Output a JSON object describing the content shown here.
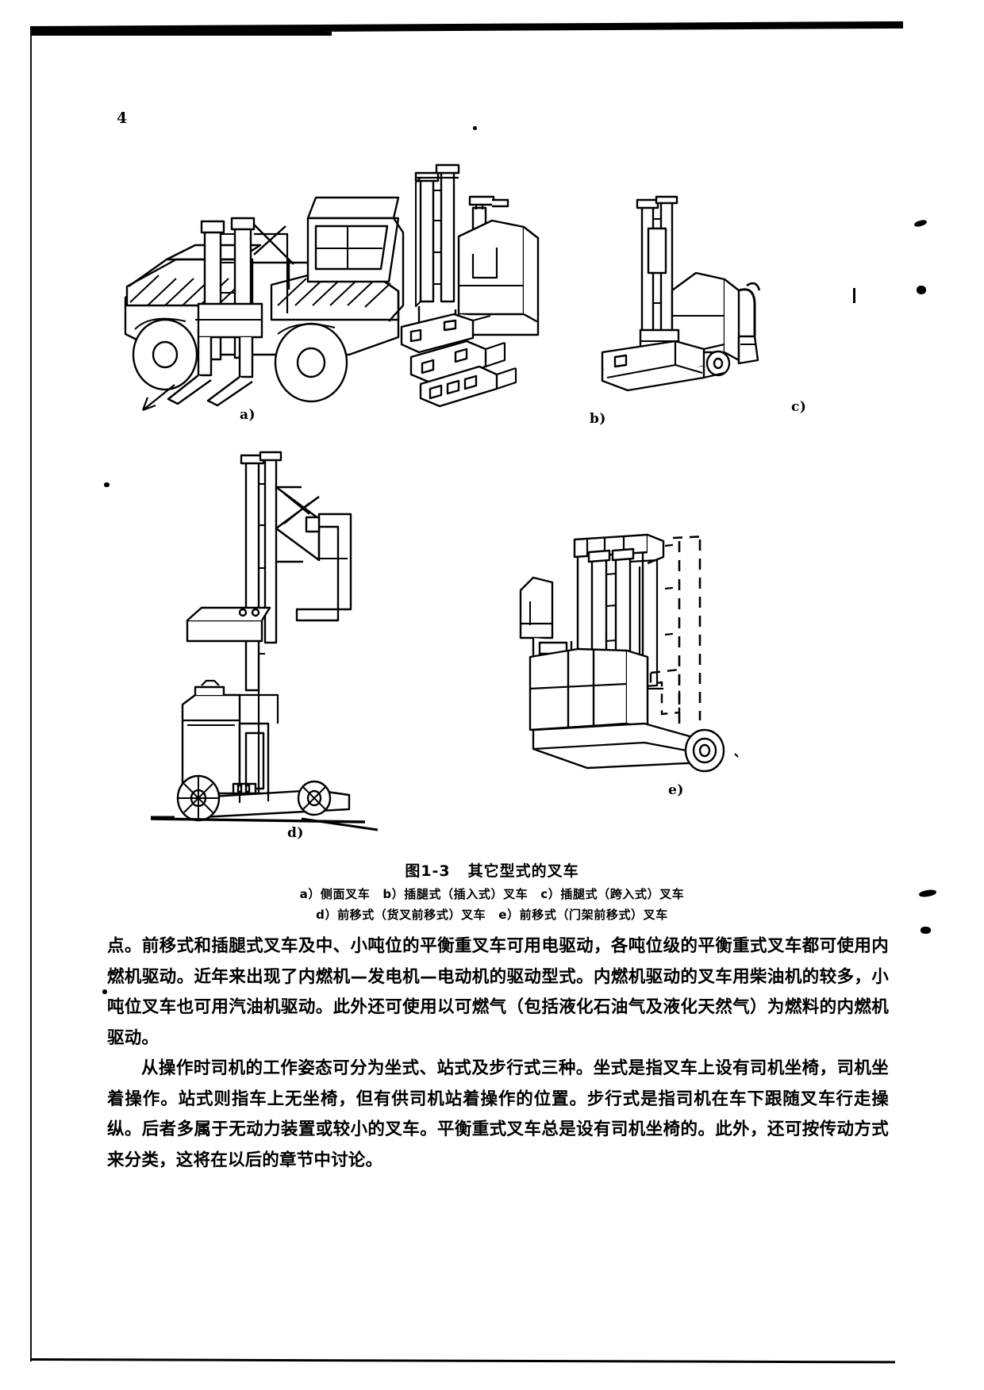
{
  "page": {
    "folio": "4",
    "language": "zh"
  },
  "figure": {
    "number": "图1-3",
    "title": "其它型式的叉车",
    "sub_caption_line_1": {
      "a_label": "a）",
      "a_text": "侧面叉车",
      "b_label": "b）",
      "b_text": "插腿式（插入式）叉车",
      "c_label": "c）",
      "c_text": "插腿式（跨入式）叉车"
    },
    "sub_caption_line_2": {
      "d_label": "d）",
      "d_text": "前移式（货叉前移式）叉车",
      "e_label": "e）",
      "e_text": "前移式（门架前移式）叉车"
    },
    "items": [
      {
        "key": "a",
        "label": "a)",
        "name": "侧面叉车"
      },
      {
        "key": "b",
        "label": "b)",
        "name": "插腿式（插入式）叉车"
      },
      {
        "key": "c",
        "label": "c)",
        "name": "插腿式（跨入式）叉车"
      },
      {
        "key": "d",
        "label": "d)",
        "name": "前移式（货叉前移式）叉车"
      },
      {
        "key": "e",
        "label": "e)",
        "name": "前移式（门架前移式）叉车"
      }
    ]
  },
  "body": {
    "paragraph_1": "点。前移式和插腿式叉车及中、小吨位的平衡重叉车可用电驱动，各吨位级的平衡重式叉车都可使用内燃机驱动。近年来出现了内燃机—发电机—电动机的驱动型式。内燃机驱动的叉车用柴油机的较多，小吨位叉车也可用汽油机驱动。此外还可使用以可燃气（包括液化石油气及液化天然气）为燃料的内燃机驱动。",
    "paragraph_2": "从操作时司机的工作姿态可分为坐式、站式及步行式三种。坐式是指叉车上设有司机坐椅，司机坐着操作。站式则指车上无坐椅，但有供司机站着操作的位置。步行式是指司机在车下跟随叉车行走操纵。后者多属于无动力装置或较小的叉车。平衡重式叉车总是设有司机坐椅的。此外，还可按传动方式来分类，这将在以后的章节中讨论。"
  }
}
